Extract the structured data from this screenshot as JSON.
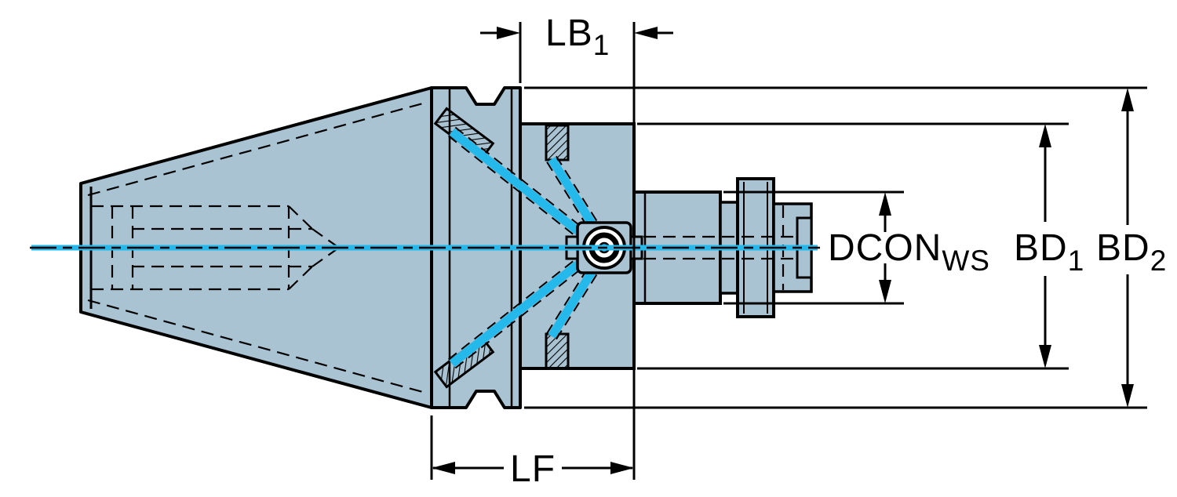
{
  "diagram": {
    "colors": {
      "background": "#ffffff",
      "body_fill": "#a9c3d3",
      "coolant": "#25b8ea",
      "outline": "#000000"
    },
    "labels": {
      "lb1": {
        "text": "LB",
        "sub": "1"
      },
      "lf": {
        "text": "LF"
      },
      "dcon": {
        "text": "DCON",
        "sub": "WS"
      },
      "bd1": {
        "text": "BD",
        "sub": "1"
      },
      "bd2": {
        "text": "BD",
        "sub": "2"
      }
    }
  }
}
